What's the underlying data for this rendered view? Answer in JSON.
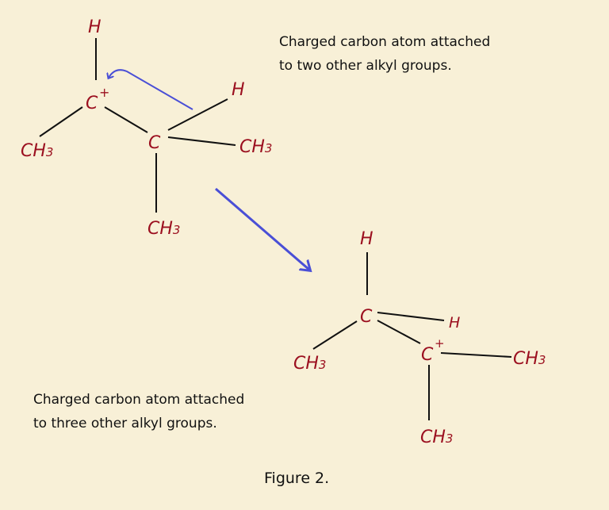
{
  "colors": {
    "background": "#f8f0d7",
    "atom": "#9b0f1f",
    "arrow": "#4a4fd6"
  },
  "top_molecule": {
    "h_top": "H",
    "c_plus": "C",
    "plus": "+",
    "ch3_left": "CH",
    "c_center": "C",
    "h_right": "H",
    "ch3_right": "CH",
    "ch3_bottom": "CH",
    "sub": "3"
  },
  "bottom_molecule": {
    "h_top": "H",
    "c_left": "C",
    "ch3_left": "CH",
    "h_right": "H",
    "c_plus": "C",
    "plus": "+",
    "ch3_right": "CH",
    "ch3_bottom": "CH",
    "sub": "3"
  },
  "captions": {
    "top_line1": "Charged carbon atom attached",
    "top_line2": "to two other alkyl groups.",
    "bottom_line1": "Charged carbon atom attached",
    "bottom_line2": "to three other alkyl groups.",
    "figure": "Figure 2."
  }
}
